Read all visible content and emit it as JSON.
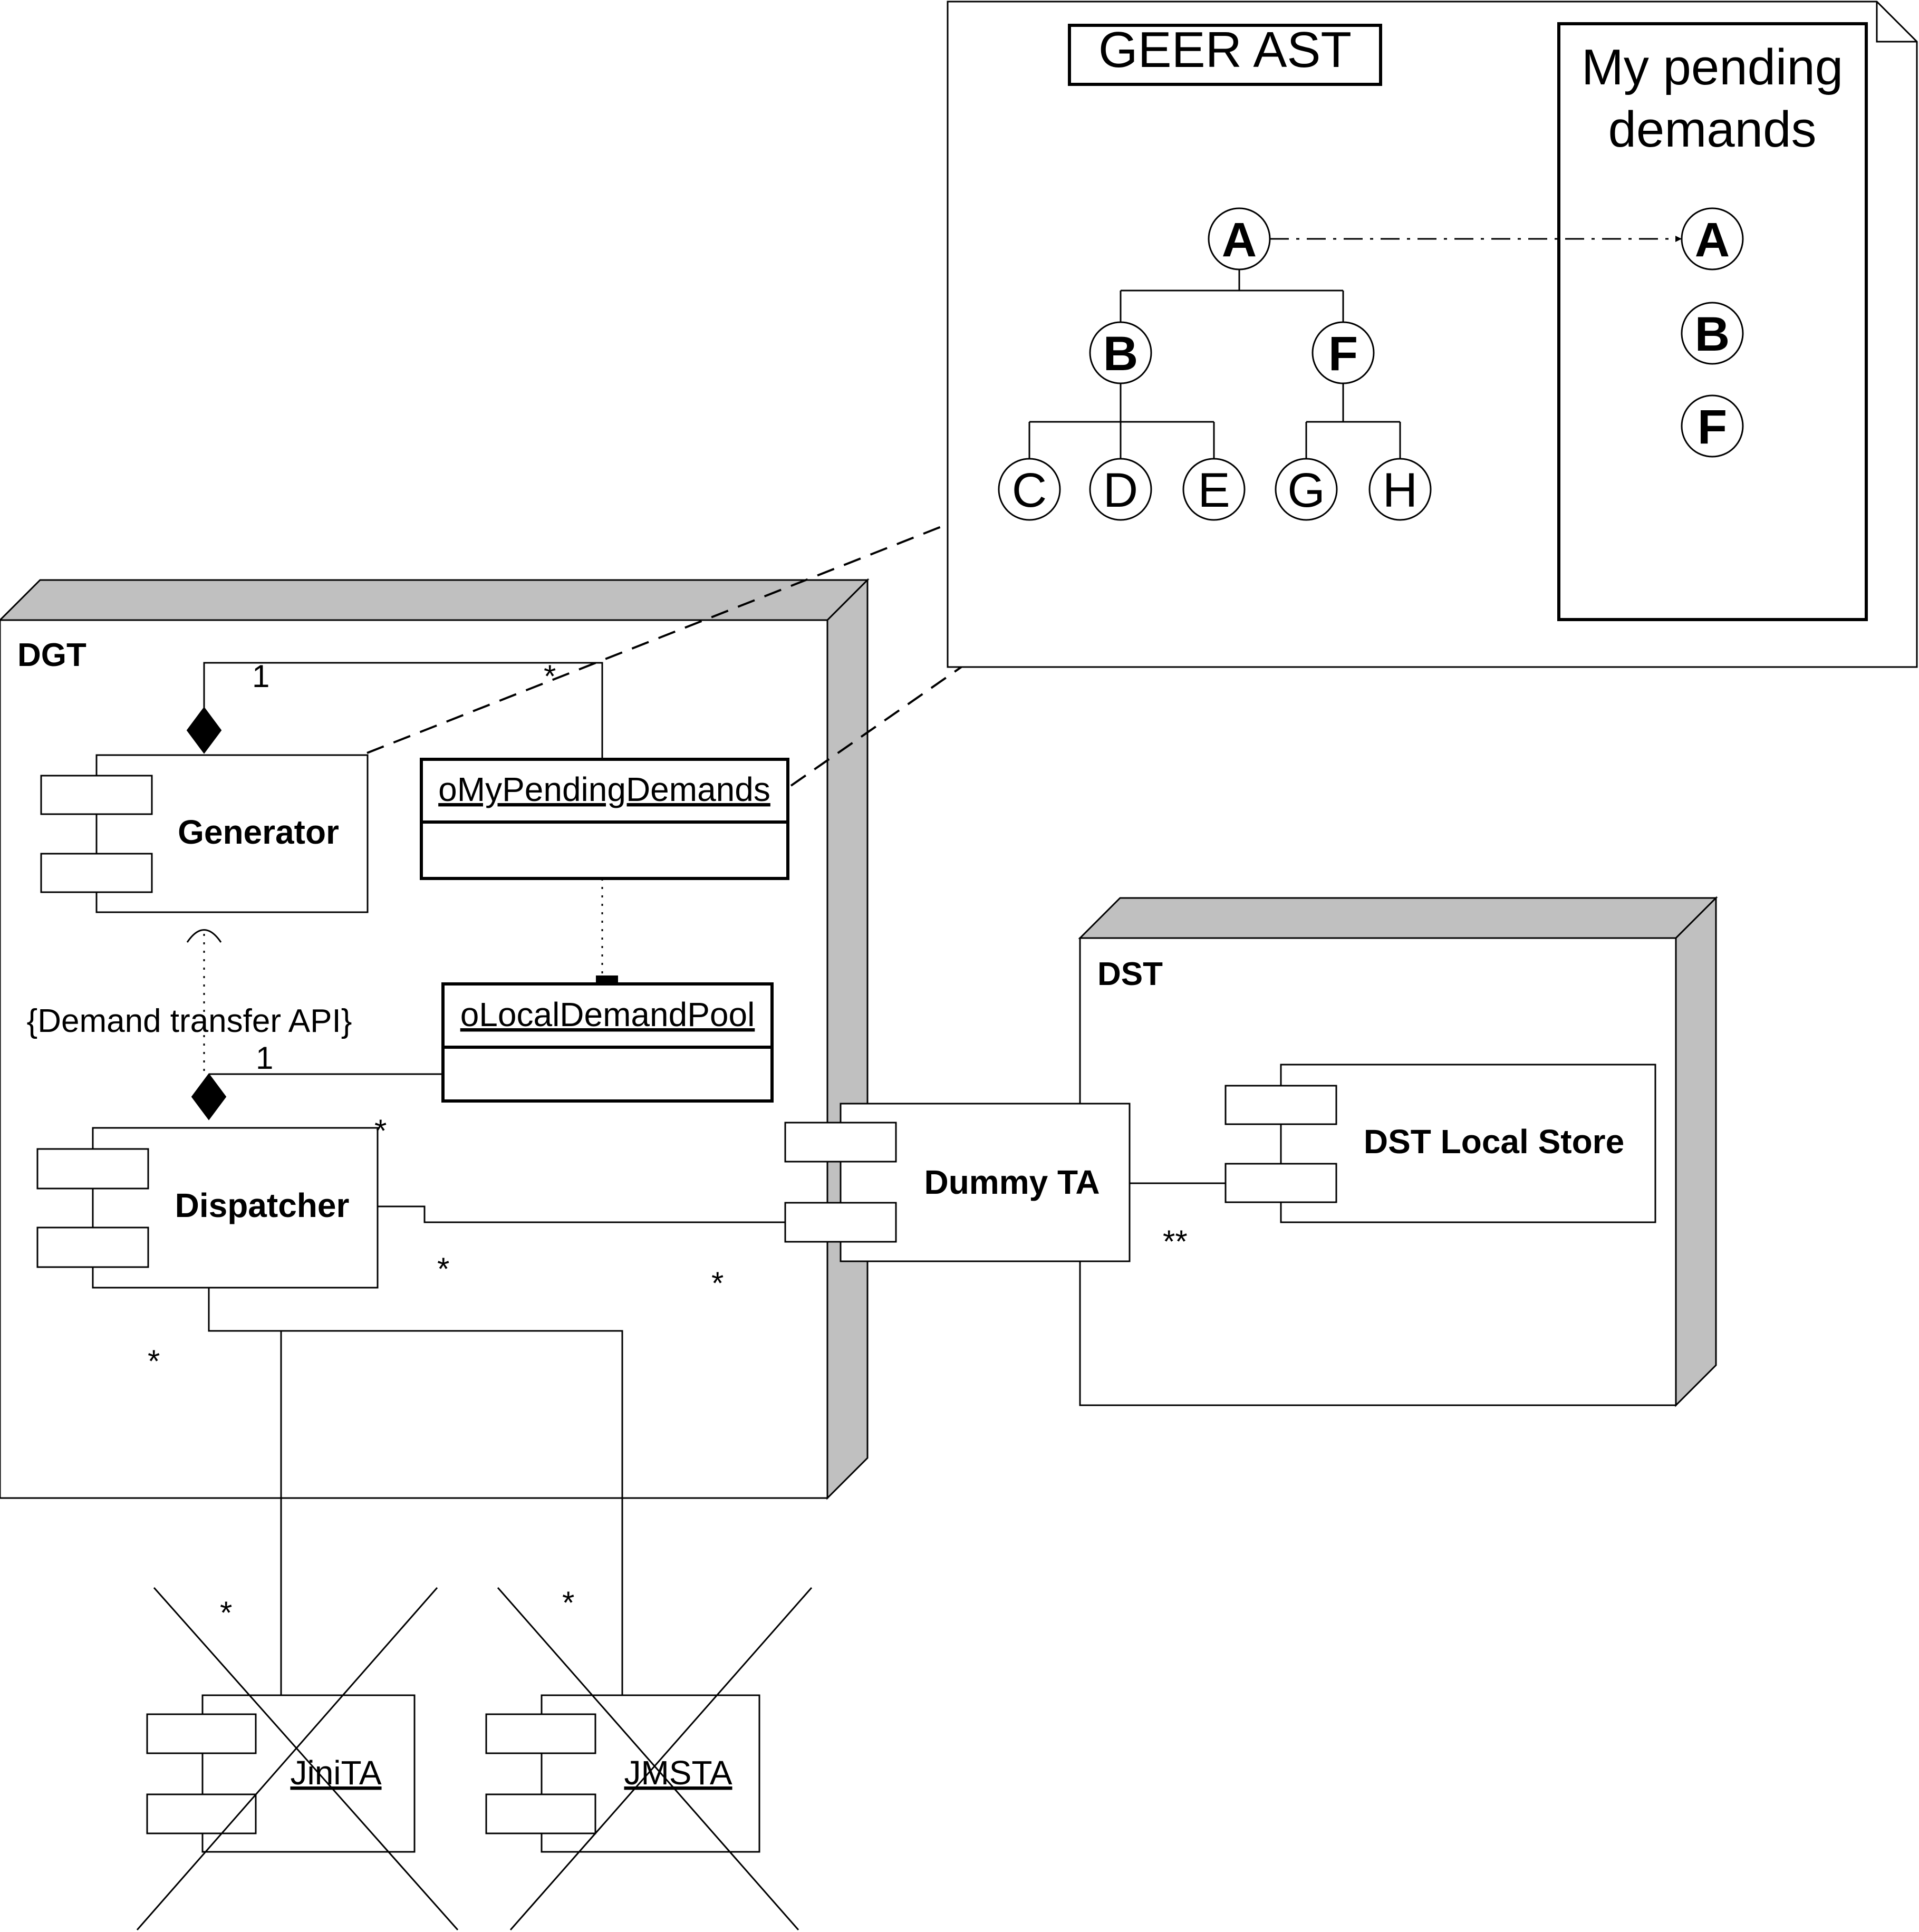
{
  "nodes": {
    "dgt": {
      "label": "DGT"
    },
    "dst": {
      "label": "DST"
    }
  },
  "components": {
    "generator": "Generator",
    "dispatcher": "Dispatcher",
    "dummy_ta": "Dummy TA",
    "dst_local_store": "DST Local Store",
    "jini_ta": "JiniTA",
    "jms_ta": "JMSTA"
  },
  "objects": {
    "my_pending_demands": "oMyPendingDemands",
    "local_demand_pool": "oLocalDemandPool"
  },
  "interface_label": "{Demand transfer API}",
  "multiplicities": {
    "gen_one": "1",
    "gen_many": "*",
    "disp_one": "1",
    "disp_many": "*",
    "disp_dummy_a": "*",
    "disp_dummy_b": "*",
    "dummy_store": "**",
    "disp_bottom": "*",
    "jini_many": "*",
    "jms_many": "*"
  },
  "note": {
    "title": "GEER AST",
    "pending_title_line1": "My pending",
    "pending_title_line2": "demands",
    "tree": {
      "root": "A",
      "level1": [
        "B",
        "F"
      ],
      "level2_b": [
        "C",
        "D",
        "E"
      ],
      "level2_f": [
        "G",
        "H"
      ]
    },
    "pending_list": [
      "A",
      "B",
      "F"
    ]
  }
}
